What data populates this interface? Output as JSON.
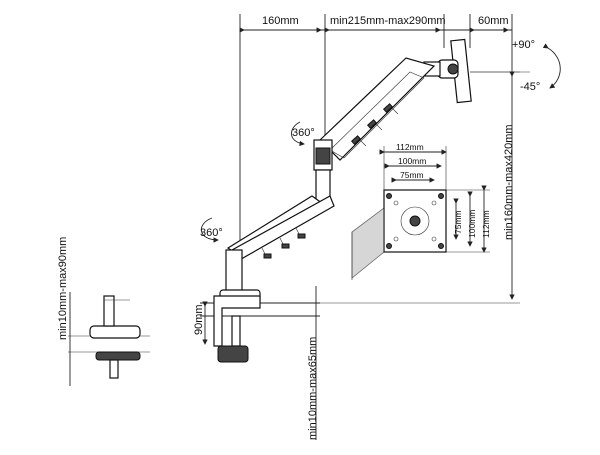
{
  "dimensions": {
    "arm_base_offset": "160mm",
    "arm_extension": "min215mm-max290mm",
    "head_depth": "60mm",
    "tilt_up": "+90°",
    "tilt_down": "-45°",
    "rotation_upper": "360°",
    "rotation_lower": "360°",
    "height_range": "min160mm-max420mm",
    "desk_thickness": "90mm",
    "clamp_range": "min10mm-max65mm",
    "grommet_range": "min10mm-max90mm"
  },
  "vesa": {
    "outer": "112mm",
    "mid": "100mm",
    "inner": "75mm",
    "side_inner": "75mm",
    "side_mid": "100mm",
    "side_outer": "112mm"
  }
}
